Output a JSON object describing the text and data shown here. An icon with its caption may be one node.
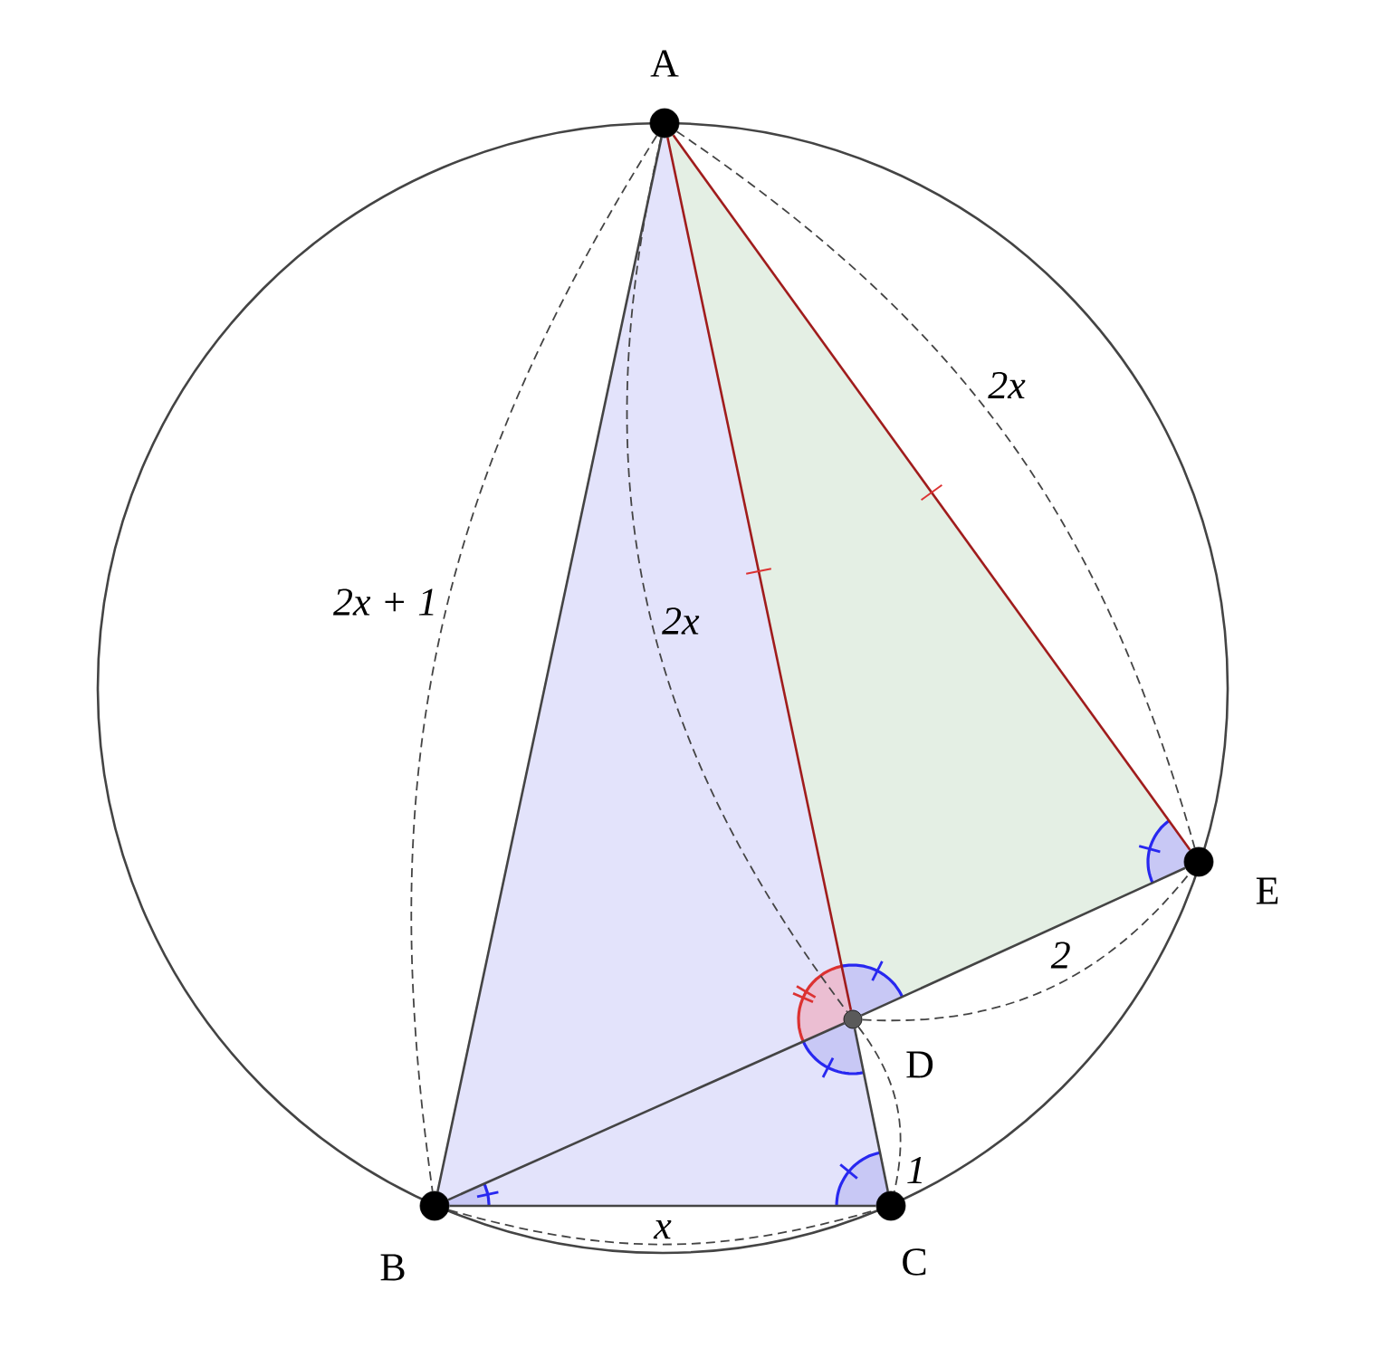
{
  "diagram": {
    "nodes": [
      {
        "text": [],
        "shape": "circle",
        "beside": [
          "A"
        ]
      },
      {
        "text": [],
        "shape": "circle",
        "beside": [
          "B"
        ]
      },
      {
        "text": [],
        "shape": "circle",
        "beside": [
          "C"
        ]
      },
      {
        "text": [],
        "shape": "circle",
        "beside": [
          "D"
        ]
      },
      {
        "text": [],
        "shape": "circle",
        "beside": [
          "E"
        ]
      }
    ],
    "edges": [
      {
        "from": 0,
        "to": 1,
        "arrow": "none"
      },
      {
        "from": 1,
        "to": 2,
        "arrow": "none"
      },
      {
        "from": 2,
        "to": 3,
        "arrow": "none"
      },
      {
        "from": 3,
        "to": 0,
        "arrow": "none",
        "color": "#a01c1c"
      },
      {
        "from": 0,
        "to": 4,
        "arrow": "none",
        "color": "#a01c1c"
      },
      {
        "from": 4,
        "to": 3,
        "arrow": "none"
      },
      {
        "from": 3,
        "to": 1,
        "arrow": "none"
      },
      {
        "from": 0,
        "to": 1,
        "arrow": "none",
        "style": "dashed",
        "label": "2x + 1"
      },
      {
        "from": 0,
        "to": 3,
        "arrow": "none",
        "style": "dashed",
        "label": "2x"
      },
      {
        "from": 0,
        "to": 4,
        "arrow": "none",
        "style": "dashed",
        "label": "2x"
      },
      {
        "from": 3,
        "to": 4,
        "arrow": "none",
        "style": "dashed",
        "label": "2"
      },
      {
        "from": 3,
        "to": 2,
        "arrow": "none",
        "style": "dashed",
        "label": "1"
      },
      {
        "from": 1,
        "to": 2,
        "arrow": "none",
        "style": "dashed",
        "label": "x"
      }
    ]
  }
}
